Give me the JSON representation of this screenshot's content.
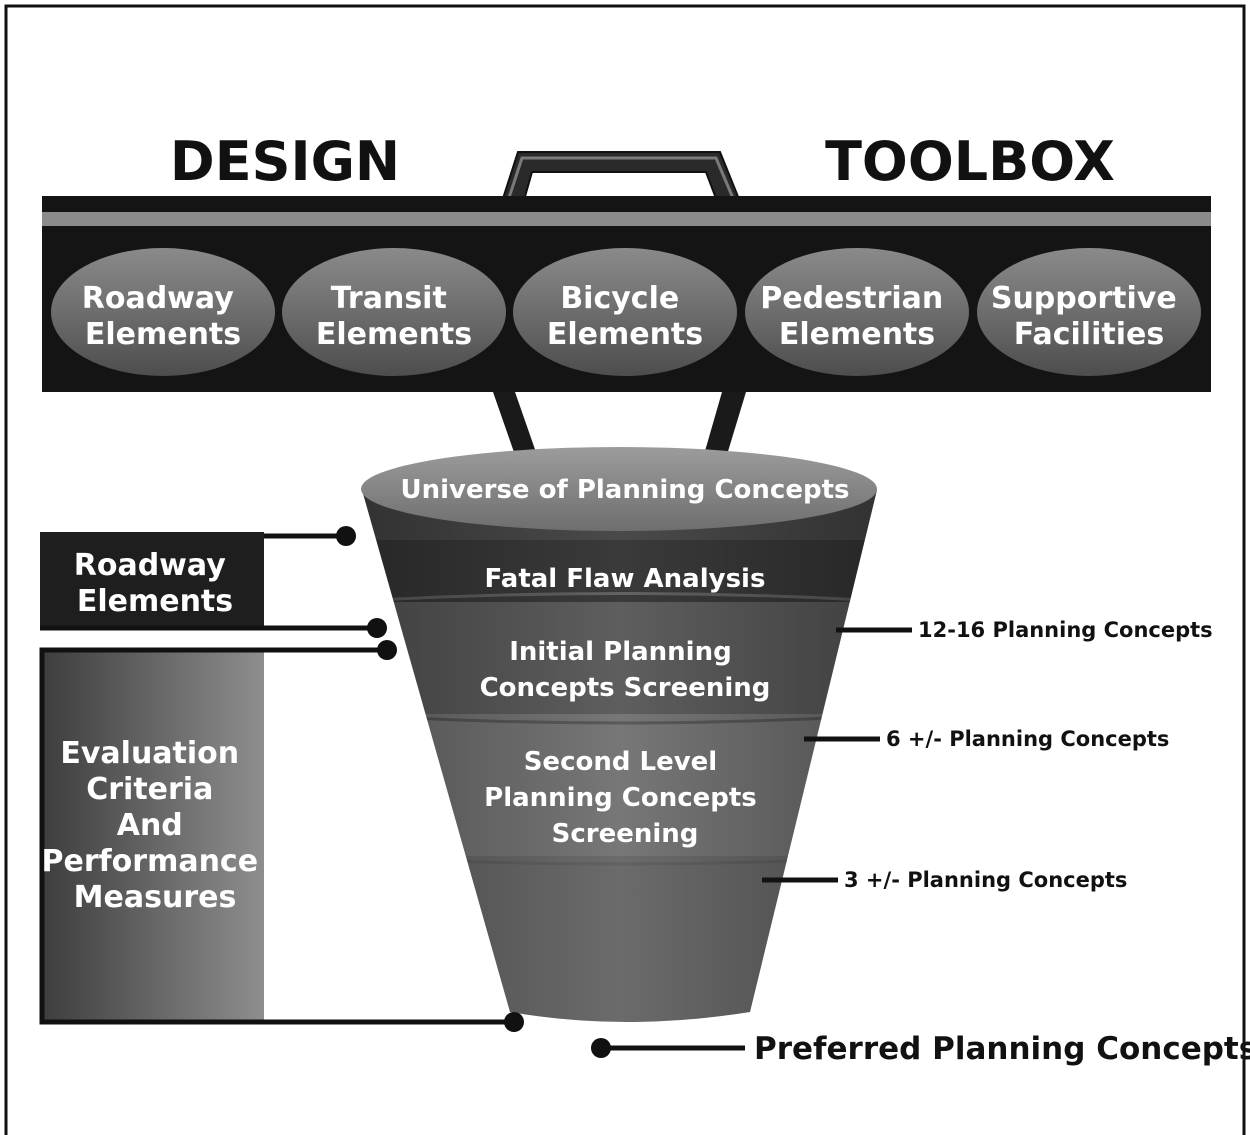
{
  "toolbox": {
    "title_left": "DESIGN",
    "title_right": "TOOLBOX",
    "elements": [
      {
        "line1": "Roadway",
        "line2": "Elements"
      },
      {
        "line1": "Transit",
        "line2": "Elements"
      },
      {
        "line1": "Bicycle",
        "line2": "Elements"
      },
      {
        "line1": "Pedestrian",
        "line2": "Elements"
      },
      {
        "line1": "Supportive",
        "line2": "Facilities"
      }
    ]
  },
  "funnel": {
    "stages": [
      {
        "lines": [
          "Universe of Planning Concepts"
        ]
      },
      {
        "lines": [
          "Fatal Flaw Analysis"
        ]
      },
      {
        "lines": [
          "Initial Planning",
          "Concepts Screening"
        ]
      },
      {
        "lines": [
          "Second Level",
          "Planning Concepts",
          "Screening"
        ]
      }
    ],
    "callouts": [
      "12-16 Planning Concepts",
      "6 +/- Planning Concepts",
      "3 +/- Planning Concepts"
    ],
    "output": "Preferred Planning Concepts"
  },
  "side": {
    "roadway": {
      "line1": "Roadway",
      "line2": "Elements"
    },
    "evaluation": [
      "Evaluation",
      "Criteria",
      "And",
      "Performance",
      "Measures"
    ]
  }
}
